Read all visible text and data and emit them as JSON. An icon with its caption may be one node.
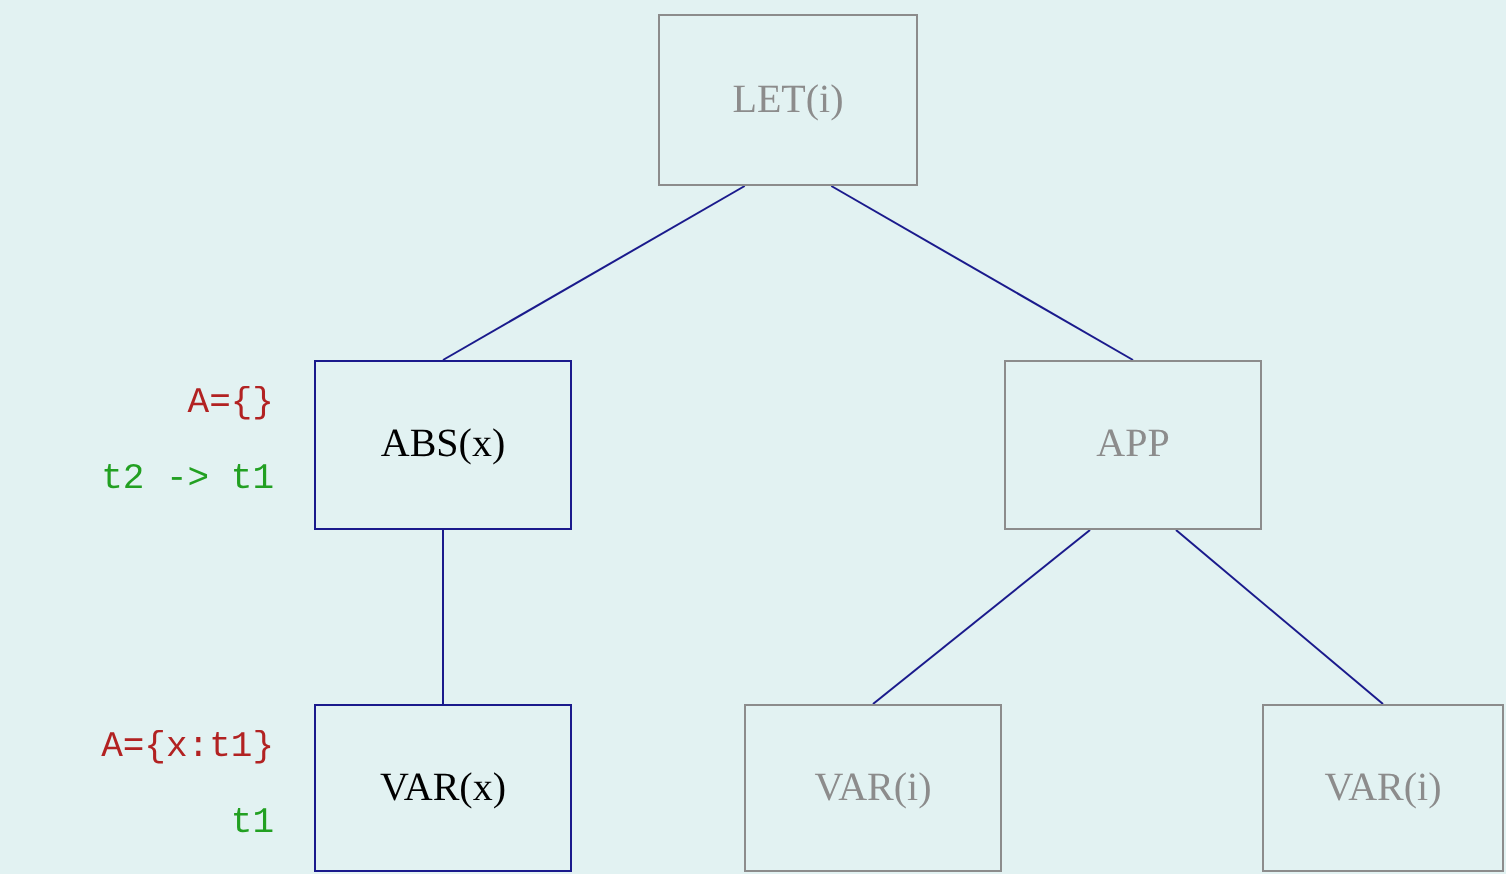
{
  "diagram": {
    "nodes": [
      {
        "text": [
          "LET(i)"
        ]
      },
      {
        "text": [
          "ABS(x)"
        ],
        "beside": [
          "A={}",
          "t2 -> t1"
        ]
      },
      {
        "text": [
          "APP"
        ]
      },
      {
        "text": [
          "VAR(x)"
        ],
        "beside": [
          "A={x:t1}",
          "t1"
        ]
      },
      {
        "text": [
          "VAR(i)"
        ]
      },
      {
        "text": [
          "VAR(i)"
        ]
      }
    ],
    "edges": [
      {
        "from": 0,
        "to": 1,
        "arrow": "none"
      },
      {
        "from": 0,
        "to": 2,
        "arrow": "none"
      },
      {
        "from": 1,
        "to": 3,
        "arrow": "none"
      },
      {
        "from": 2,
        "to": 4,
        "arrow": "none"
      },
      {
        "from": 2,
        "to": 5,
        "arrow": "none"
      }
    ]
  }
}
